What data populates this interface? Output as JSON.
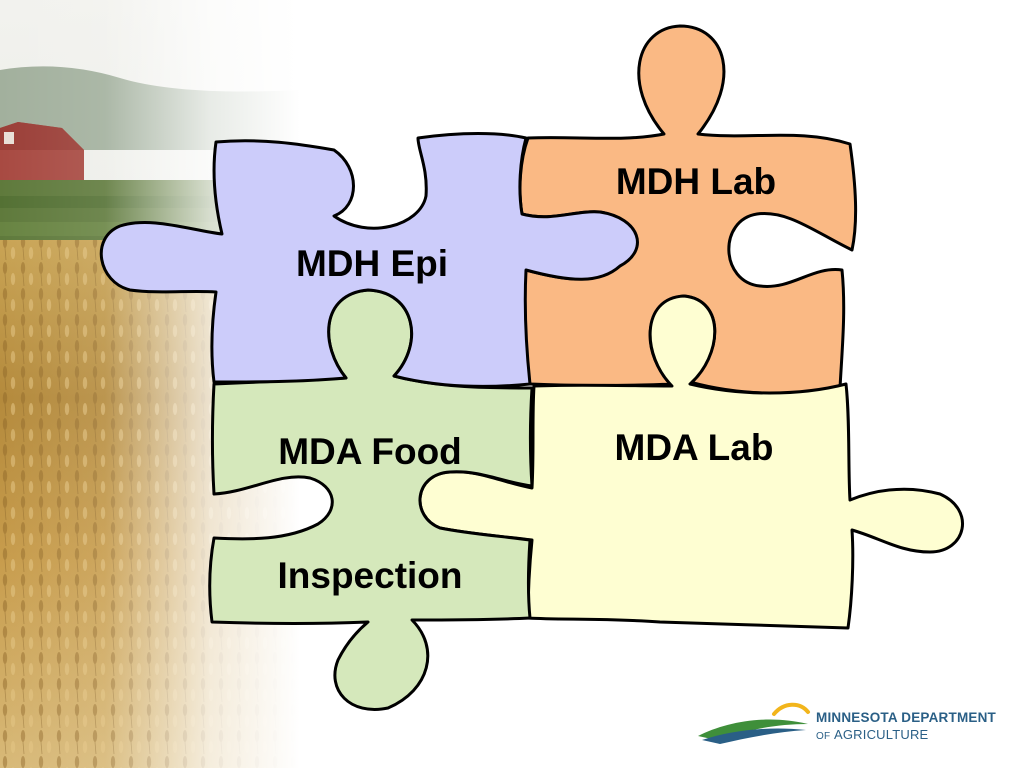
{
  "colors": {
    "mdh_epi": "#ccccfa",
    "mdh_lab": "#fab984",
    "mda_food": "#d5e8bb",
    "mda_lab": "#fefed2",
    "outline": "#000000",
    "logo_blue": "#2a5f86",
    "logo_green": "#3f8f3a",
    "logo_yellow": "#f2b51c"
  },
  "pieces": {
    "mdh_epi": {
      "lines": [
        "MDH Epi"
      ]
    },
    "mdh_lab": {
      "lines": [
        "MDH Lab"
      ]
    },
    "mda_food": {
      "lines": [
        "MDA Food",
        "Inspection"
      ]
    },
    "mda_lab": {
      "lines": [
        "MDA Lab"
      ]
    }
  },
  "logo": {
    "line1": "MINNESOTA  DEPARTMENT",
    "line2_prefix": "OF",
    "line2_main": "AGRICULTURE"
  },
  "background": {
    "description_icon": "wheat-field-photo"
  }
}
